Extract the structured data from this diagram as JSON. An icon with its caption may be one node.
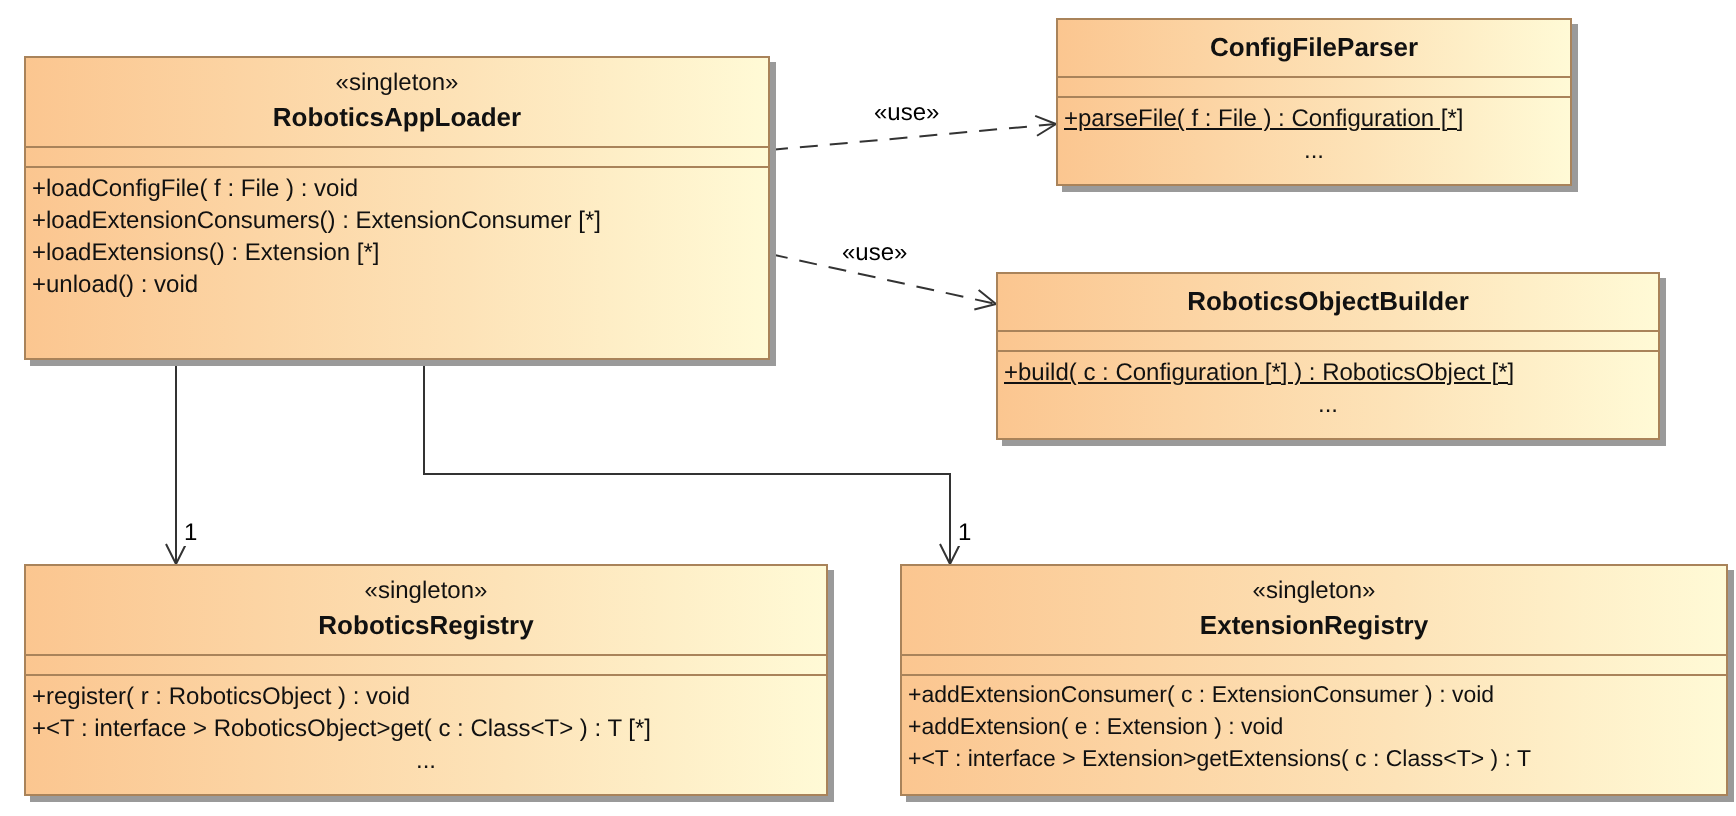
{
  "diagram": {
    "nodes": [
      {
        "text": [
          "«singleton»",
          "RoboticsAppLoader",
          "+loadConfigFile( f : File ) : void",
          "+loadExtensionConsumers() : ExtensionConsumer [*]",
          "+loadExtensions() : Extension [*]",
          "+unload() : void"
        ]
      },
      {
        "text": [
          "ConfigFileParser",
          "+parseFile( f : File ) : Configuration [*]",
          "..."
        ]
      },
      {
        "text": [
          "RoboticsObjectBuilder",
          "+build( c : Configuration [*] ) : RoboticsObject [*]",
          "..."
        ]
      },
      {
        "text": [
          "«singleton»",
          "RoboticsRegistry",
          "+register( r : RoboticsObject ) : void",
          "+<T : interface > RoboticsObject>get( c : Class<T> ) : T [*]",
          "..."
        ]
      },
      {
        "text": [
          "«singleton»",
          "ExtensionRegistry",
          "+addExtensionConsumer( c : ExtensionConsumer ) : void",
          "+addExtension( e : Extension ) : void",
          "+<T : interface > Extension>getExtensions( c : Class<T> ) : T"
        ]
      }
    ],
    "edges": [
      {
        "from": 0,
        "to": 1,
        "arrow": "to",
        "label": "«use»",
        "style": "dashed"
      },
      {
        "from": 0,
        "to": 2,
        "arrow": "to",
        "label": "«use»",
        "style": "dashed"
      },
      {
        "from": 0,
        "to": 3,
        "arrow": "to",
        "label": "1"
      },
      {
        "from": 0,
        "to": 4,
        "arrow": "to",
        "label": "1"
      }
    ]
  }
}
